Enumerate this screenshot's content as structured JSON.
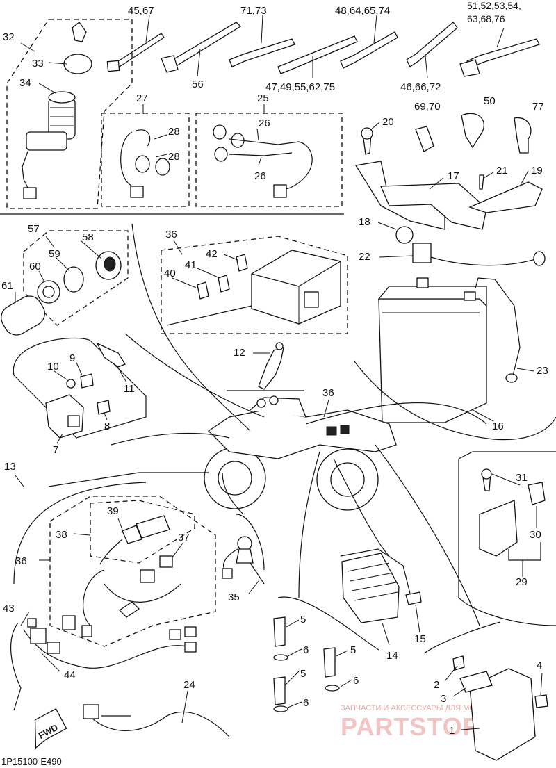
{
  "callouts": {
    "c1": "1",
    "c2": "2",
    "c3": "3",
    "c4": "4",
    "c5a": "5",
    "c5b": "5",
    "c5c": "5",
    "c6a": "6",
    "c6b": "6",
    "c6c": "6",
    "c7": "7",
    "c8": "8",
    "c9": "9",
    "c10": "10",
    "c11": "11",
    "c12": "12",
    "c13": "13",
    "c14": "14",
    "c15": "15",
    "c16": "16",
    "c17": "17",
    "c18": "18",
    "c19": "19",
    "c20": "20",
    "c21": "21",
    "c22": "22",
    "c23": "23",
    "c24": "24",
    "c25": "25",
    "c26a": "26",
    "c26b": "26",
    "c27": "27",
    "c28a": "28",
    "c28b": "28",
    "c29": "29",
    "c30": "30",
    "c31": "31",
    "c32": "32",
    "c33": "33",
    "c34": "34",
    "c35": "35",
    "c36a": "36",
    "c36b": "36",
    "c36c": "36",
    "c37": "37",
    "c38": "38",
    "c39": "39",
    "c40": "40",
    "c41": "41",
    "c42": "42",
    "c43": "43",
    "c44": "44",
    "c56": "56",
    "c57": "57",
    "c58": "58",
    "c59": "59",
    "c60": "60",
    "c61": "61",
    "c50": "50",
    "c77": "77",
    "c4567": "45,67",
    "c7173": "71,73",
    "c48": "48,64,65,74",
    "c51a": "51,52,53,54,",
    "c51b": "63,68,76",
    "c47": "47,49,55,62,75",
    "c46": "46,66,72",
    "c6970": "69,70"
  },
  "fwd_label": "FWD",
  "diagram_code": "1P15100-E490",
  "watermark": {
    "line1": "ЗАПЧАСТИ И АКСЕССУАРЫ ДЛЯ МОТОТЕХНИКИ",
    "line2": "PARTSTOP.RU"
  }
}
